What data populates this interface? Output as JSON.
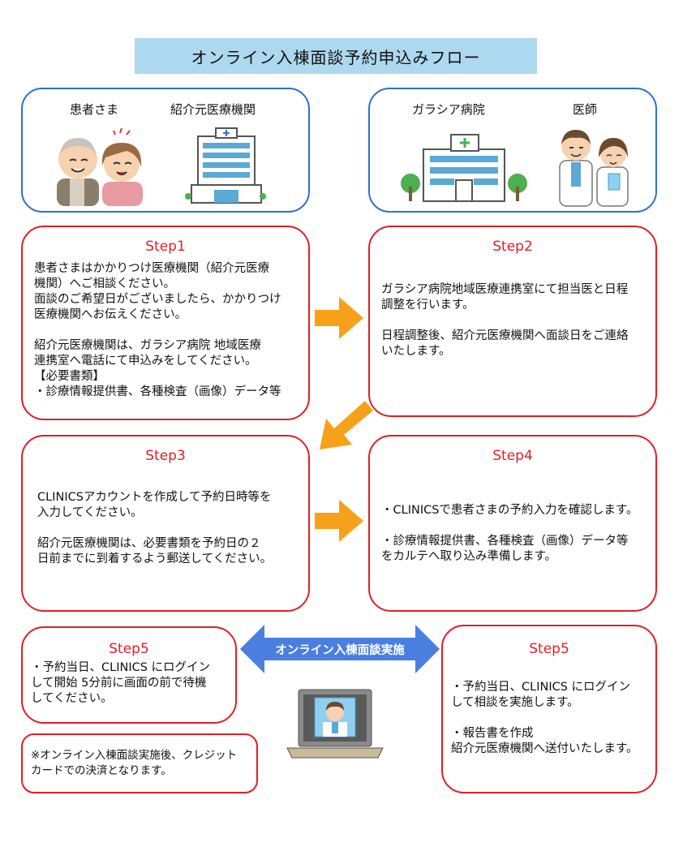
{
  "title": "オンライン入棟面談予約申込みフロー",
  "parties_left": {
    "patient_label": "患者さま",
    "referrer_label": "紹介元医療機関"
  },
  "parties_right": {
    "hospital_label": "ガラシア病院",
    "doctor_label": "医師"
  },
  "step1": {
    "title": "Step1",
    "text": "患者さまはかかりつけ医療機関（紹介元医療\n機関）へご相談ください。\n面談のご希望日がございましたら、かかりつけ\n医療機関へお伝えください。\n\n紹介元医療機関は、ガラシア病院  地域医療\n連携室へ電話にて申込みをしてください。\n【必要書類】\n・診療情報提供書、各種検査（画像）データ等"
  },
  "step2": {
    "title": "Step2",
    "text": "ガラシア病院地域医療連携室にて担当医と日程\n調整を行います。\n\n日程調整後、紹介元医療機関へ面談日をご連絡\nいたします。"
  },
  "step3": {
    "title": "Step3",
    "text": "CLINICSアカウントを作成して予約日時等を\n入力してください。\n\n紹介元医療機関は、必要書類を予約日の２\n日前までに到着するよう郵送してください。"
  },
  "step4": {
    "title": "Step4",
    "text": "・CLINICSで患者さまの予約入力を確認します。\n\n・診療情報提供書、各種検査（画像）データ等\nをカルテへ取り込み準備します。"
  },
  "step5_left": {
    "title": "Step5",
    "text": "・予約当日、CLINICS にログイン\nして開始 5分前に画面の前で待機\nしてください。"
  },
  "step5_right": {
    "title": "Step5",
    "text": "・予約当日、CLINICS にログイン\nして相談を実施します。\n\n・報告書を作成\n紹介元医療機関へ送付いたします。"
  },
  "online_banner": "オンライン入棟面談実施",
  "note": "※オンライン入棟面談実施後、クレジット\nカードでの決済となります。",
  "colors": {
    "party_border": "#2f6fd0",
    "step_border": "#e11f26",
    "title_bg": "#aed8f0",
    "arrow": "#f7a11a",
    "banner": "#4a7fe0"
  }
}
